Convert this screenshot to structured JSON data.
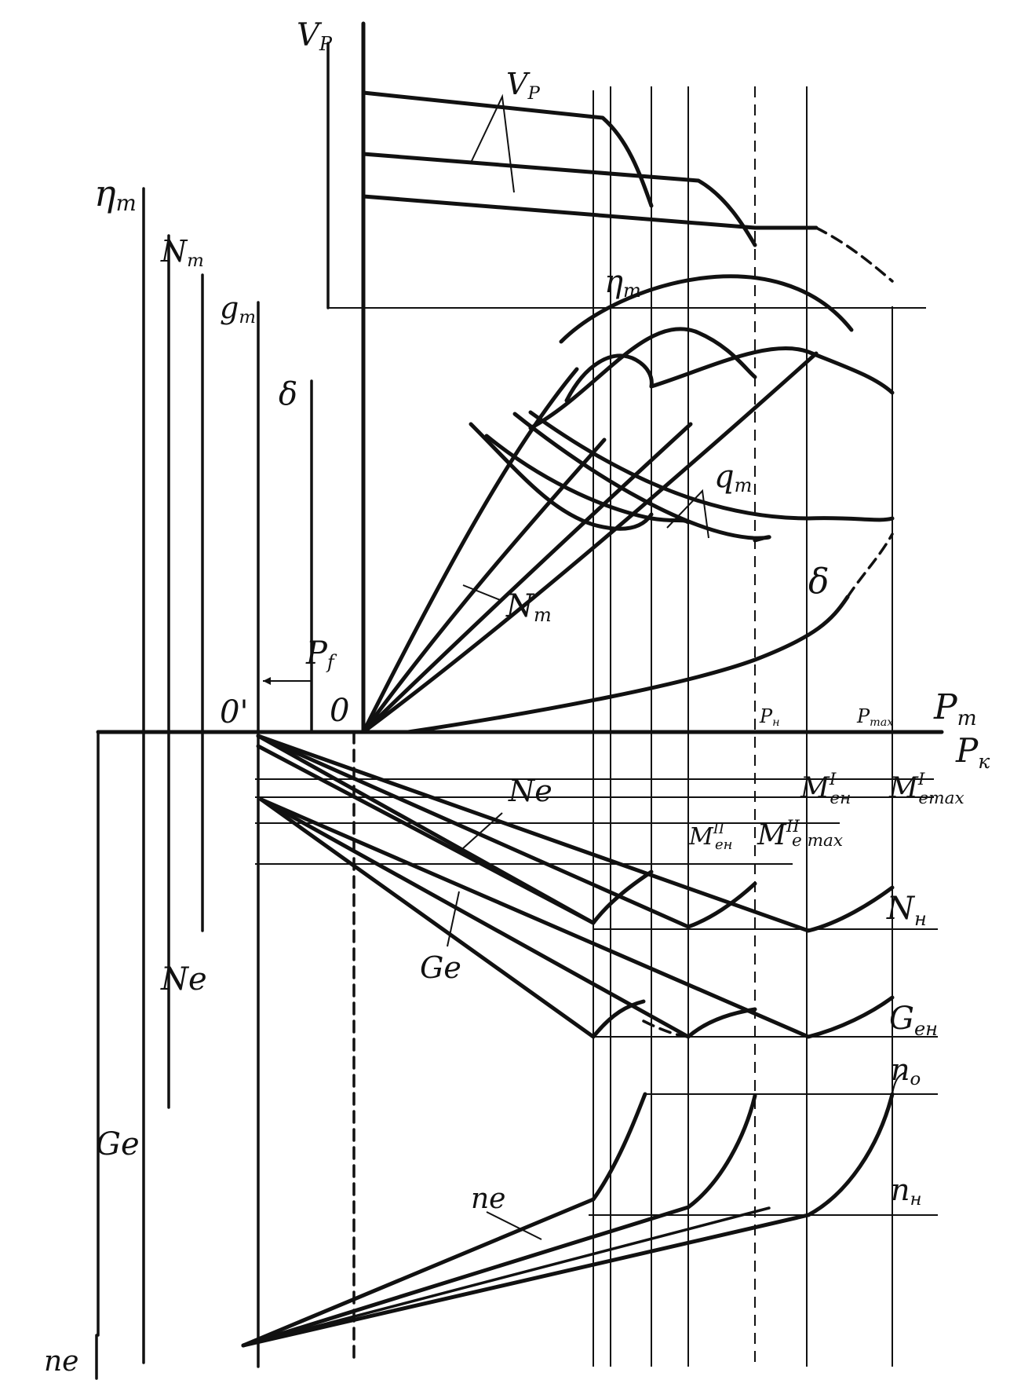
{
  "labels": {
    "vp_axis": "V",
    "vp_axis_sub": "P",
    "vp_curve": "V",
    "vp_curve_sub": "P",
    "eta_axis": "η",
    "eta_axis_sub": "т",
    "nt_axis": "N",
    "nt_axis_sub": "т",
    "gt_axis": "g",
    "gt_axis_sub": "т",
    "delta_axis": "δ",
    "eta_curve": "η",
    "eta_curve_sub": "т",
    "gt_curve": "q",
    "gt_curve_sub": "т",
    "nt_curve": "N",
    "nt_curve_sub": "т",
    "delta_curve": "δ",
    "pf": "P",
    "pf_sub": "f",
    "origin_prime": "0'",
    "origin": "0",
    "pn_small": "P",
    "pn_small_sub": "н",
    "pmax_small": "P",
    "pmax_small_sub": "max",
    "pt_axis": "P",
    "pt_axis_sub": "т",
    "pk_axis": "P",
    "pk_axis_sub": "к",
    "me_h_1": "M",
    "me_h_1_sup": "I",
    "me_h_1_sub": "eн",
    "me_max_1": "M",
    "me_max_1_sup": "I",
    "me_max_1_sub": "emax",
    "me_h_2": "M",
    "me_h_2_sup": "II",
    "me_h_2_sub": "eн",
    "me_max_2": "M",
    "me_max_2_sup": "II",
    "me_max_2_sub": "e max",
    "ne_curve": "Ne",
    "nh": "N",
    "nh_sub": "н",
    "ne_axis": "Ne",
    "ge_curve": "Ge",
    "geh": "G",
    "geh_sub": "eн",
    "ge_axis": "Ge",
    "n0": "n",
    "n0_sub": "o",
    "nn": "n",
    "nn_sub": "н",
    "ne_small_curve": "ne",
    "ne_small_axis": "ne"
  }
}
